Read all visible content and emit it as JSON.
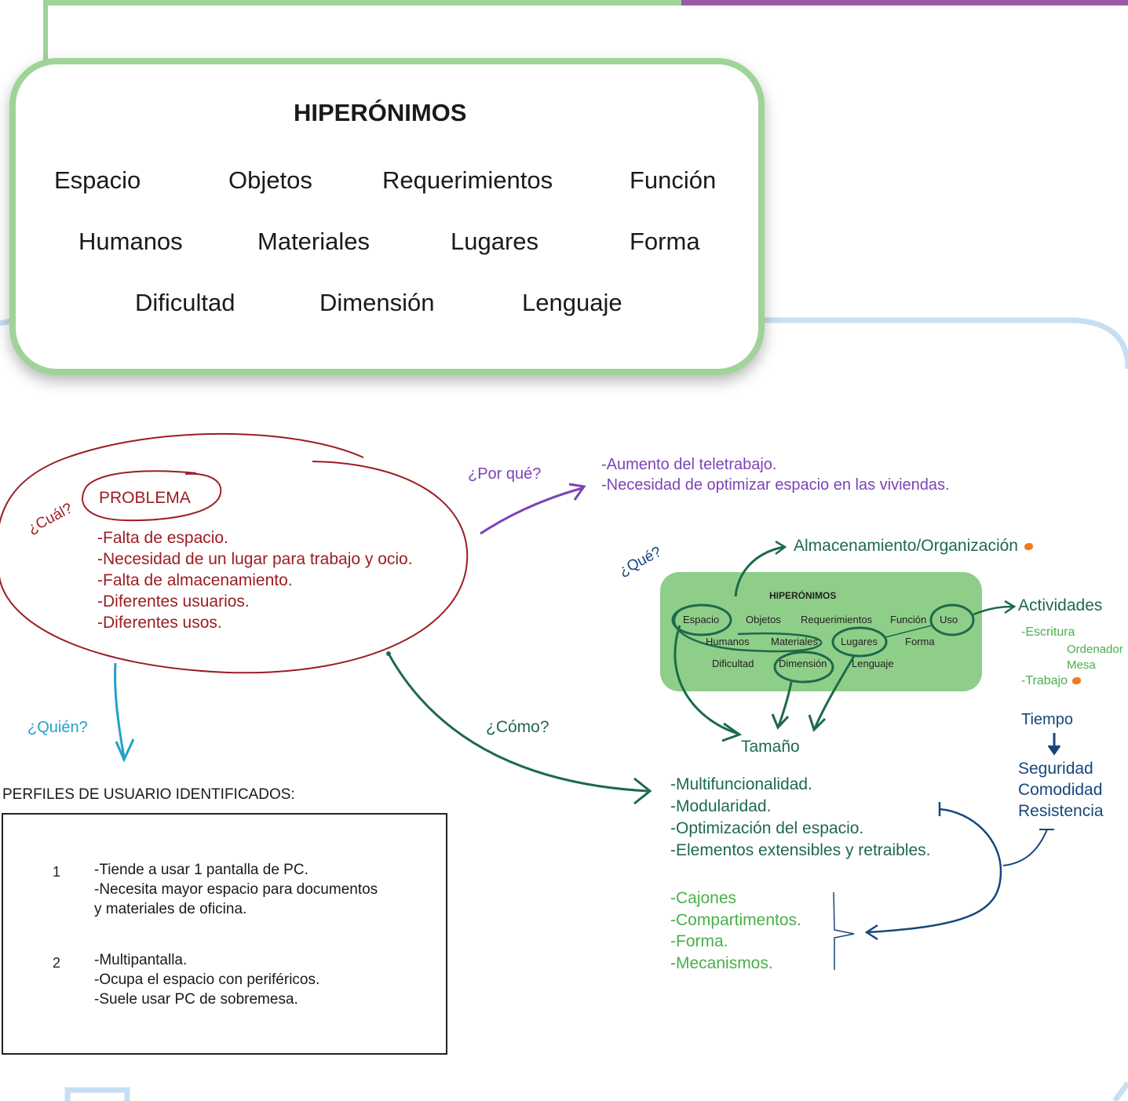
{
  "top_card": {
    "title": "HIPERÓNIMOS",
    "words": [
      "Espacio",
      "Objetos",
      "Requerimientos",
      "Función",
      "Humanos",
      "Materiales",
      "Lugares",
      "Forma",
      "Dificultad",
      "Dimensión",
      "Lenguaje"
    ]
  },
  "problem": {
    "label": "PROBLEMA",
    "question": "¿Cuál?",
    "items": [
      "-Falta de espacio.",
      "-Necesidad de un lugar para trabajo y ocio.",
      "-Falta de almacenamiento.",
      "-Diferentes usuarios.",
      "-Diferentes usos."
    ]
  },
  "why": {
    "question": "¿Por qué?",
    "items": [
      "-Aumento del teletrabajo.",
      "-Necesidad de optimizar espacio en las viviendas."
    ]
  },
  "what": {
    "question": "¿Qué?",
    "storage": "Almacenamiento/Organización",
    "mini_title": "HIPERÓNIMOS",
    "mini_words": [
      "Espacio",
      "Objetos",
      "Requerimientos",
      "Función",
      "Uso",
      "Humanos",
      "Materiales",
      "Lugares",
      "Forma",
      "Dificultad",
      "Dimensión",
      "Lenguaje"
    ],
    "size": "Tamaño",
    "activities": "Actividades",
    "activity_items": [
      "-Escritura",
      "Ordenador",
      "Mesa",
      "-Trabajo"
    ]
  },
  "quality": {
    "time": "Tiempo",
    "items": [
      "Seguridad",
      "Comodidad",
      "Resistencia"
    ]
  },
  "how": {
    "question": "¿Cómo?",
    "items": [
      "-Multifuncionalidad.",
      "-Modularidad.",
      "-Optimización del espacio.",
      "-Elementos extensibles y retraibles."
    ],
    "sub_items": [
      "-Cajones",
      "-Compartimentos.",
      "-Forma.",
      "-Mecanismos."
    ]
  },
  "who": {
    "question": "¿Quién?",
    "profiles_title": "PERFILES DE USUARIO IDENTIFICADOS:",
    "profiles": [
      {
        "number": "1",
        "lines": [
          "-Tiende a usar 1 pantalla de PC.",
          "-Necesita mayor espacio para documentos",
          "y materiales de oficina."
        ]
      },
      {
        "number": "2",
        "lines": [
          "-Multipantalla.",
          "-Ocupa el espacio con periféricos.",
          "-Suele usar PC de sobremesa."
        ]
      }
    ]
  },
  "colors": {
    "card_border": "#9fd398",
    "problem_red": "#9b1d22",
    "why_purple": "#7b44b5",
    "how_dark_green": "#1d6a4a",
    "sub_light_green": "#48b04a",
    "quality_navy": "#17467c",
    "who_cyan": "#1fa2c9",
    "mini_box_green": "#8fce89",
    "accent_orange": "#f07a1d",
    "frame_purple": "#9b5aa8",
    "frame_blue": "#c7dff2"
  }
}
